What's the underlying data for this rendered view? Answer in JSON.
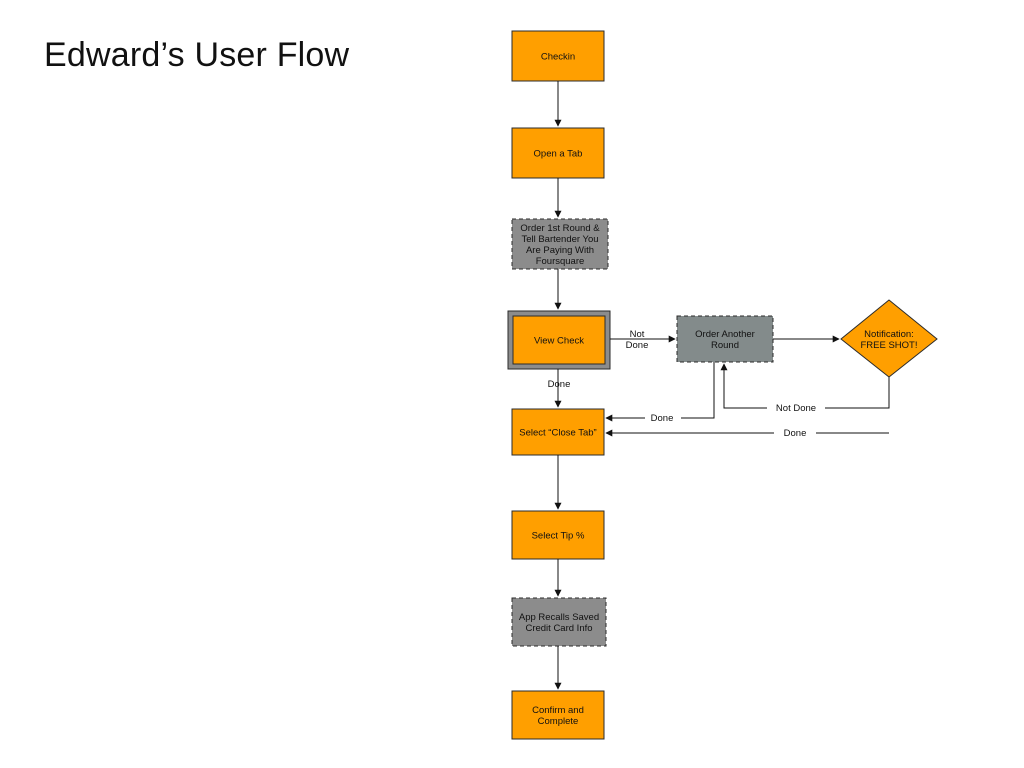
{
  "title": "Edward’s User Flow",
  "colors": {
    "action": "#ff9f00",
    "system": "#8c8c8c",
    "decision_gray": "#838b8b",
    "notification": "#ff9f00",
    "line": "#111111"
  },
  "nodes": {
    "checkin": [
      "Checkin"
    ],
    "open_tab": [
      "Open a Tab"
    ],
    "order_first": [
      "Order 1st Round &",
      "Tell Bartender You",
      "Are Paying With",
      "Foursquare"
    ],
    "view_check": [
      "View Check"
    ],
    "order_another": [
      "Order Another",
      "Round"
    ],
    "notification": [
      "Notification:",
      "FREE SHOT!"
    ],
    "close_tab": [
      "Select “Close Tab”"
    ],
    "select_tip": [
      "Select Tip %"
    ],
    "recall_card": [
      "App Recalls Saved",
      "Credit Card Info"
    ],
    "confirm": [
      "Confirm and",
      "Complete"
    ]
  },
  "edge_labels": {
    "view_to_order": [
      "Not",
      "Done"
    ],
    "view_to_close": "Done",
    "order_to_close": "Done",
    "notif_to_order": "Not Done",
    "notif_to_close": "Done"
  }
}
